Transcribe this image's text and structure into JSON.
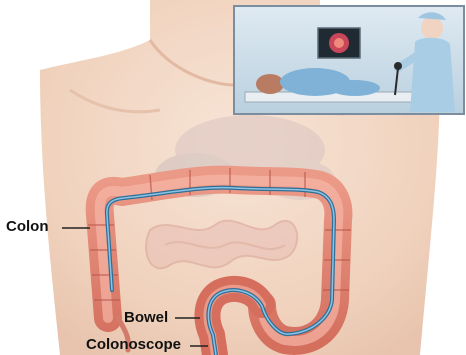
{
  "labels": {
    "colon": "Colon",
    "bowel": "Bowel",
    "colonoscope": "Colonoscope"
  },
  "inset": {
    "description_icons": [
      "monitor-icon",
      "patient-figure",
      "doctor-figure"
    ]
  },
  "colors": {
    "skin": "#f4d9c6",
    "colon_outer": "#e07f6e",
    "colon_inner": "#c95a4b",
    "scope": "#3a7fa8",
    "inset_bg": "#cfe2ee",
    "inset_border": "#7a8ea0"
  }
}
